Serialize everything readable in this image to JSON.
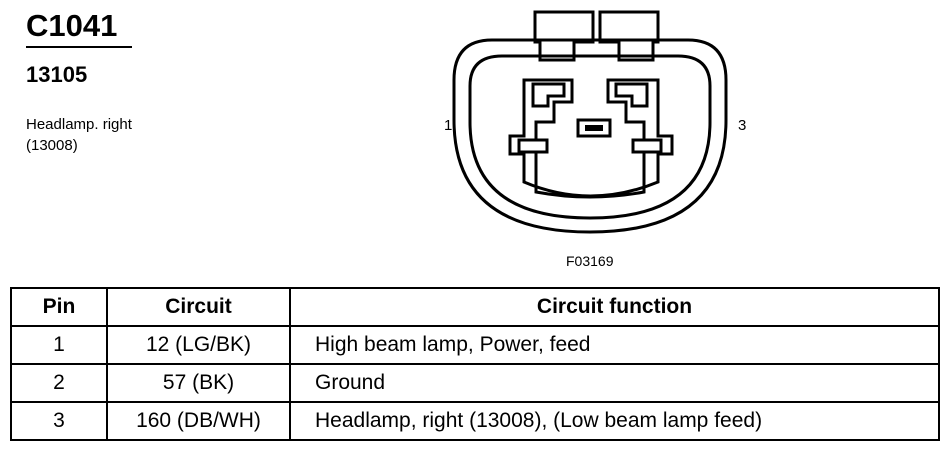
{
  "connector": {
    "id": "C1041",
    "part_number": "13105",
    "description_line1": "Headlamp. right",
    "description_line2": "(13008)"
  },
  "figure": {
    "id": "F03169",
    "pin_label_left": "1",
    "pin_label_right": "3"
  },
  "table": {
    "headers": [
      "Pin",
      "Circuit",
      "Circuit function"
    ],
    "rows": [
      {
        "pin": "1",
        "circuit": "12 (LG/BK)",
        "function": "High beam lamp, Power, feed"
      },
      {
        "pin": "2",
        "circuit": "57 (BK)",
        "function": "Ground"
      },
      {
        "pin": "3",
        "circuit": "160 (DB/WH)",
        "function": "Headlamp, right (13008), (Low beam lamp feed)"
      }
    ]
  }
}
